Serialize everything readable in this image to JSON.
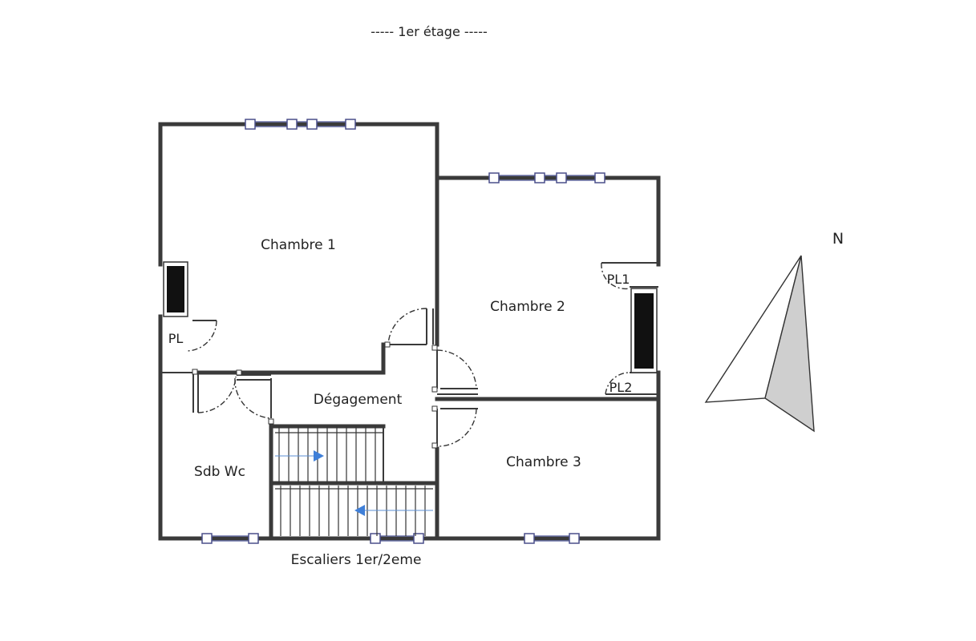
{
  "title": "-----  1er étage  -----",
  "compass_label": "N",
  "rooms": {
    "chambre1": "Chambre 1",
    "chambre2": "Chambre 2",
    "chambre3": "Chambre 3",
    "degagement": "Dégagement",
    "sdb": "Sdb Wc",
    "escaliers": "Escaliers 1er/2eme"
  },
  "closets": {
    "pl": "PL",
    "pl1": "PL1",
    "pl2": "PL2"
  },
  "colors": {
    "wall": "#3a3a3a",
    "window": "#4a4f8a",
    "arrow": "#3f7fd8",
    "compass_fill": "#cfcfcf"
  }
}
